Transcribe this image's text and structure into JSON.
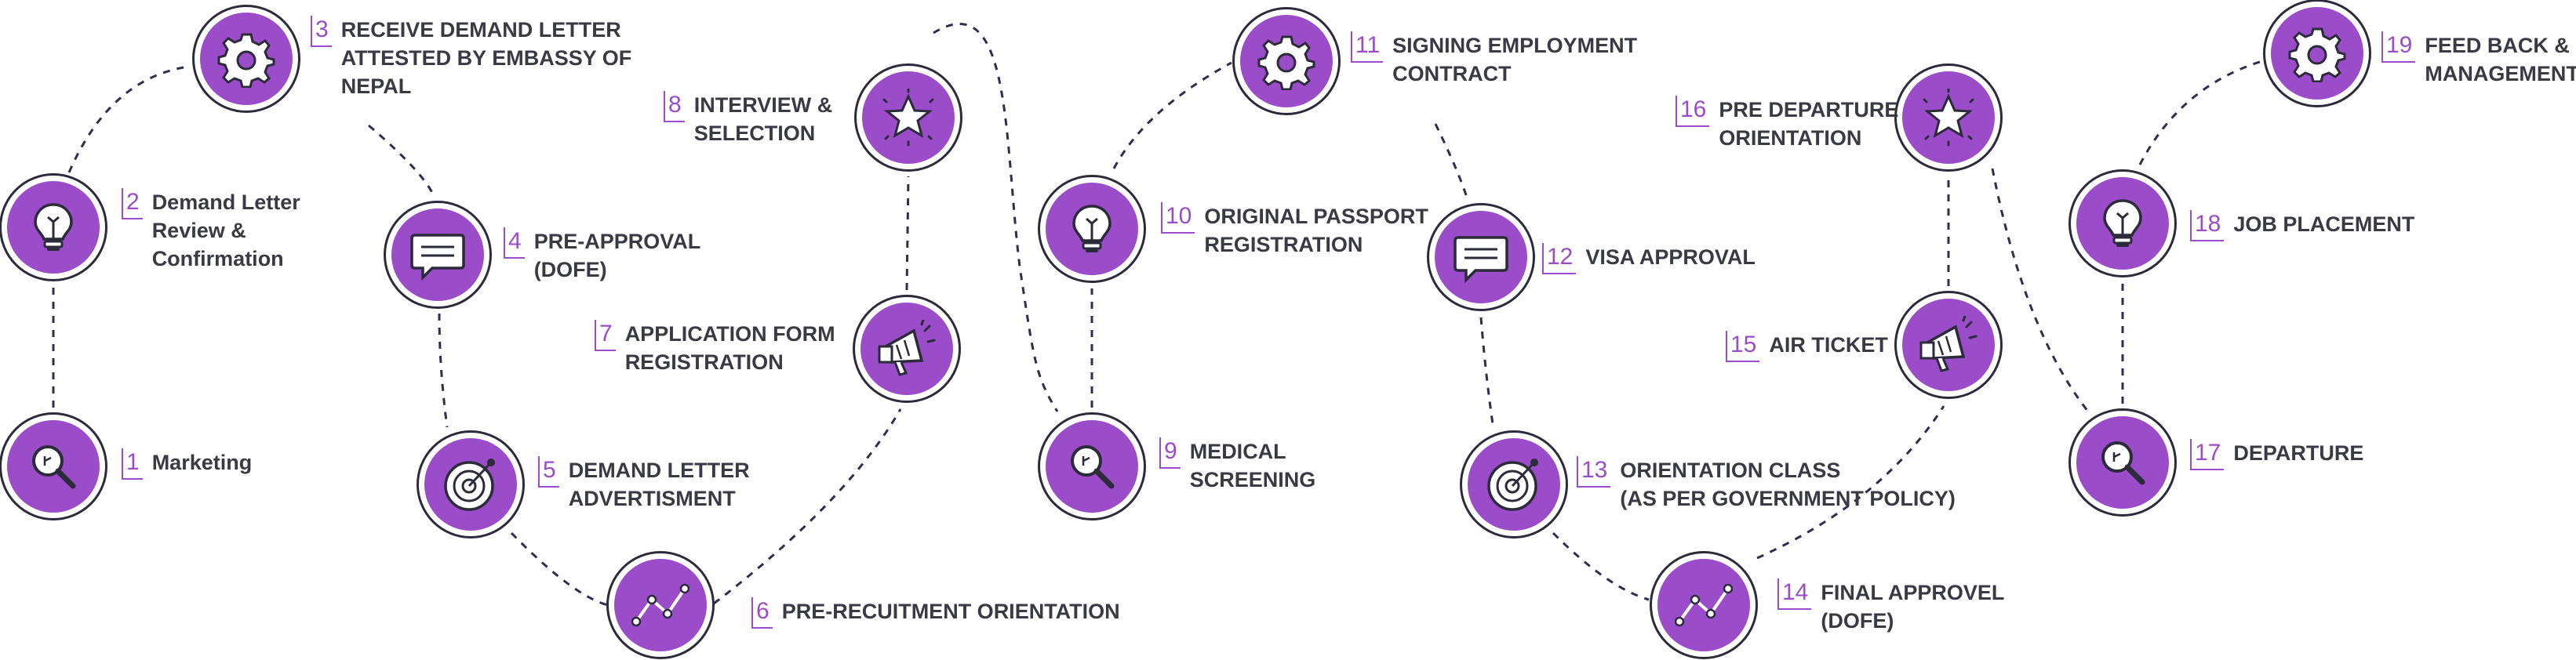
{
  "steps": [
    {
      "num": "1",
      "icon": "search-icon",
      "lines": [
        "Marketing"
      ]
    },
    {
      "num": "2",
      "icon": "lightbulb-icon",
      "lines": [
        "Demand Letter",
        "Review &",
        "Confirmation"
      ]
    },
    {
      "num": "3",
      "icon": "gear-icon",
      "lines": [
        "RECEIVE DEMAND LETTER",
        "ATTESTED BY EMBASSY OF",
        "NEPAL"
      ]
    },
    {
      "num": "4",
      "icon": "chat-icon",
      "lines": [
        "PRE-APPROVAL",
        "(DOFE)"
      ]
    },
    {
      "num": "5",
      "icon": "target-icon",
      "lines": [
        "DEMAND LETTER",
        "ADVERTISMENT"
      ]
    },
    {
      "num": "6",
      "icon": "trend-line-icon",
      "lines": [
        "PRE-RECUITMENT ORIENTATION"
      ]
    },
    {
      "num": "7",
      "icon": "megaphone-icon",
      "lines": [
        "APPLICATION FORM",
        "REGISTRATION"
      ]
    },
    {
      "num": "8",
      "icon": "star-icon",
      "lines": [
        "INTERVIEW &",
        "SELECTION"
      ]
    },
    {
      "num": "9",
      "icon": "search-icon",
      "lines": [
        "MEDICAL",
        "SCREENING"
      ]
    },
    {
      "num": "10",
      "icon": "lightbulb-icon",
      "lines": [
        "ORIGINAL PASSPORT",
        "REGISTRATION"
      ]
    },
    {
      "num": "11",
      "icon": "gear-icon",
      "lines": [
        "SIGNING EMPLOYMENT",
        "CONTRACT"
      ]
    },
    {
      "num": "12",
      "icon": "chat-icon",
      "lines": [
        "VISA APPROVAL"
      ]
    },
    {
      "num": "13",
      "icon": "target-icon",
      "lines": [
        "ORIENTATION CLASS",
        "(AS PER GOVERNMENT POLICY)"
      ]
    },
    {
      "num": "14",
      "icon": "trend-line-icon",
      "lines": [
        "FINAL APPROVEL",
        "(DOFE)"
      ]
    },
    {
      "num": "15",
      "icon": "megaphone-icon",
      "lines": [
        "AIR TICKET"
      ]
    },
    {
      "num": "16",
      "icon": "star-icon",
      "lines": [
        "PRE DEPARTURE",
        "ORIENTATION"
      ]
    },
    {
      "num": "17",
      "icon": "search-icon",
      "lines": [
        "DEPARTURE"
      ]
    },
    {
      "num": "18",
      "icon": "lightbulb-icon",
      "lines": [
        "JOB PLACEMENT"
      ]
    },
    {
      "num": "19",
      "icon": "gear-icon",
      "lines": [
        "FEED BACK &",
        "MANAGEMENT"
      ]
    }
  ],
  "colors": {
    "accent": "#9b4cc8",
    "outline": "#2b2b3a",
    "text": "#3a3a44",
    "connector": "#2e2e52"
  }
}
